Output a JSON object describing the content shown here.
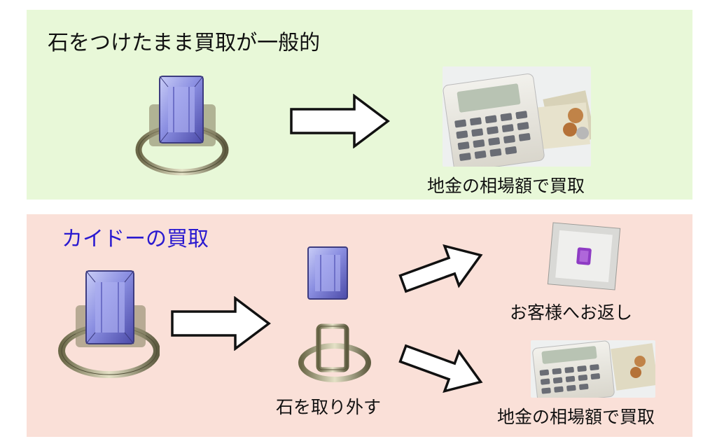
{
  "top_panel": {
    "title": "石をつけたまま買取が一般的",
    "caption": "地金の相場額で買取",
    "items": {
      "ring": "ring-with-gemstone",
      "result": "calculator-and-money"
    }
  },
  "bottom_panel": {
    "title": "カイドーの買取",
    "caption_remove": "石を取り外す",
    "caption_return": "お客様へお返し",
    "caption_buy": "地金の相場額で買取",
    "colors": {
      "title": "#2a1ad0"
    }
  },
  "colors": {
    "top_background": "#e8f8d8",
    "bottom_background": "#fae0d8",
    "gem": "#8d8ee6",
    "metal": "#b7b39a"
  }
}
